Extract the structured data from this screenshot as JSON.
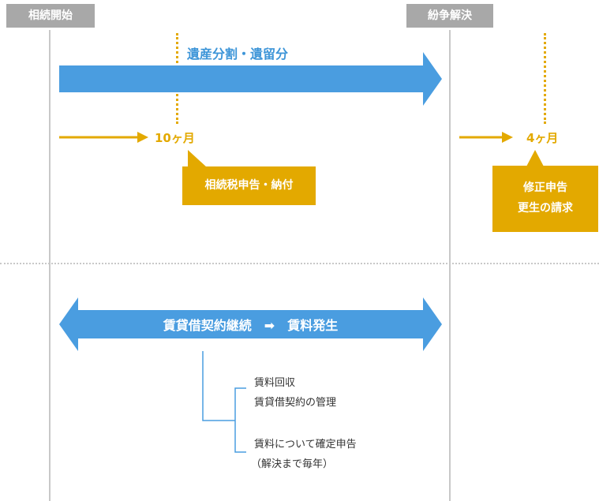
{
  "phases": {
    "start_label": "相続開始",
    "end_label": "紛争解決"
  },
  "top": {
    "division_label": "遺産分割・遺留分",
    "deadline_10": "10ヶ月",
    "tax_box": "相続税申告・納付",
    "deadline_4": "4ヶ月",
    "revise_line1": "修正申告",
    "revise_line2": "更生の請求"
  },
  "bottom": {
    "arrow_label": "賃貸借契約継続　➡　賃料発生",
    "item1_line1": "賃料回収",
    "item1_line2": "賃貸借契約の管理",
    "item2_line1": "賃料について確定申告",
    "item2_line2": "（解決まで毎年）"
  },
  "colors": {
    "blue": "#4a9de0",
    "gold": "#e3a900",
    "gray": "#a8a8a8"
  }
}
